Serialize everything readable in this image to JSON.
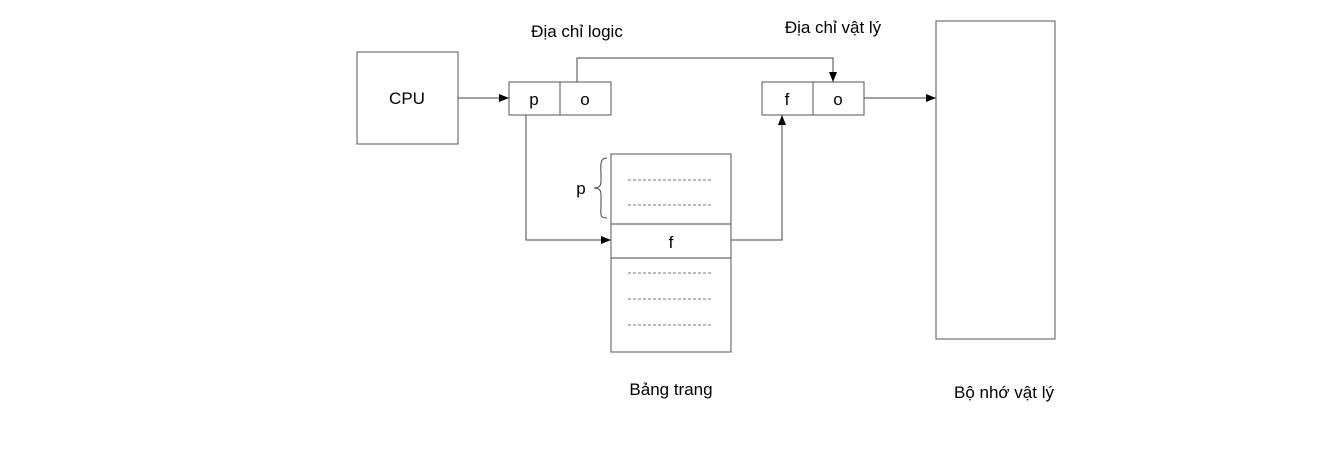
{
  "cpu": {
    "label": "CPU"
  },
  "logical_address": {
    "title": "Địa chỉ logic",
    "page_field": "p",
    "offset_field": "o"
  },
  "physical_address": {
    "title": "Địa chỉ vật lý",
    "frame_field": "f",
    "offset_field": "o"
  },
  "page_table": {
    "caption": "Bảng trang",
    "index_label": "p",
    "entry_label": "f"
  },
  "physical_memory": {
    "caption": "Bộ nhớ vật lý"
  }
}
